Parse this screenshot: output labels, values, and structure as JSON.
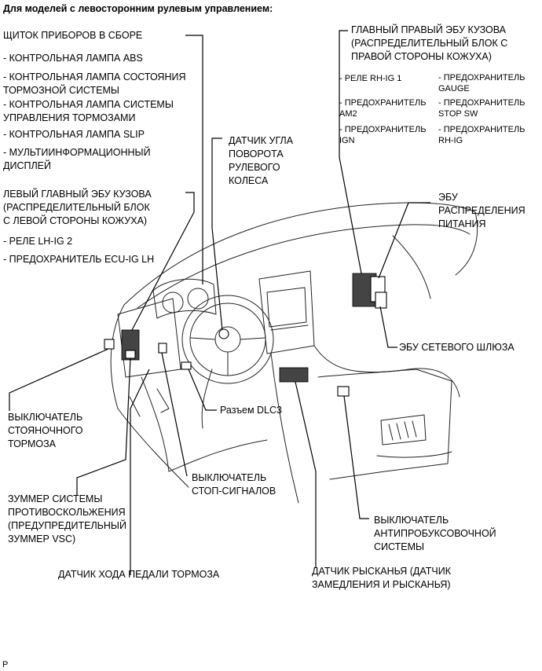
{
  "header": "Для моделей с левосторонним рулевым управлением:",
  "labels": {
    "instrument_cluster": {
      "title": "ЩИТОК ПРИБОРОВ В СБОРЕ",
      "items": [
        "- КОНТРОЛЬНАЯ ЛАМПА ABS",
        [
          "- КОНТРОЛЬНАЯ ЛАМПА СОСТОЯНИЯ",
          "ТОРМОЗНОЙ СИСТЕМЫ"
        ],
        [
          "- КОНТРОЛЬНАЯ ЛАМПА СИСТЕМЫ",
          "УПРАВЛЕНИЯ ТОРМОЗАМИ"
        ],
        "- КОНТРОЛЬНАЯ ЛАМПА SLIP",
        [
          "- МУЛЬТИИНФОРМАЦИОННЫЙ",
          "ДИСПЛЕЙ"
        ]
      ]
    },
    "steering_sensor": [
      "ДАТЧИК УГЛА",
      "ПОВОРОТА",
      "РУЛЕВОГО",
      "КОЛЕСА"
    ],
    "left_body_ecu": {
      "title": [
        "ЛЕВЫЙ ГЛАВНЫЙ ЭБУ КУЗОВА",
        "(РАСПРЕДЕЛИТЕЛЬНЫЙ БЛОК",
        "С ЛЕВОЙ СТОРОНЫ КОЖУХА)"
      ],
      "items": [
        "- РЕЛЕ LH-IG 2",
        "- ПРЕДОХРАНИТЕЛЬ ECU-IG LH"
      ]
    },
    "right_body_ecu": {
      "title": [
        "ГЛАВНЫЙ ПРАВЫЙ ЭБУ КУЗОВА",
        "(РАСПРЕДЕЛИТЕЛЬНЫЙ БЛОК С",
        "ПРАВОЙ СТОРОНЫ КОЖУХА)"
      ],
      "left_items": [
        [
          "- РЕЛЕ RH-IG 1"
        ],
        [
          "- ПРЕДОХРАНИТЕЛЬ",
          "AM2"
        ],
        [
          "- ПРЕДОХРАНИТЕЛЬ",
          "IGN"
        ]
      ],
      "right_items": [
        [
          "- ПРЕДОХРАНИТЕЛЬ",
          "GAUGE"
        ],
        [
          "- ПРЕДОХРАНИТЕЛЬ",
          "STOP SW"
        ],
        [
          "- ПРЕДОХРАНИТЕЛЬ",
          "RH-IG"
        ]
      ]
    },
    "power_ecu": [
      "ЭБУ",
      "РАСПРЕДЕЛЕНИЯ",
      "ПИТАНИЯ"
    ],
    "gateway_ecu": "ЭБУ СЕТЕВОГО ШЛЮЗА",
    "dlc3": "Разъем DLC3",
    "parking_brake": [
      "ВЫКЛЮЧАТЕЛЬ",
      "СТОЯНОЧНОГО",
      "ТОРМОЗА"
    ],
    "stop_lamp": [
      "ВЫКЛЮЧАТЕЛЬ",
      "СТОП-СИГНАЛОВ"
    ],
    "buzzer": [
      "ЗУММЕР СИСТЕМЫ",
      "ПРОТИВОСКОЛЬЖЕНИЯ",
      "(ПРЕДУПРЕДИТЕЛЬНЫЙ",
      "ЗУММЕР VSC)"
    ],
    "traction_switch": [
      "ВЫКЛЮЧАТЕЛЬ",
      "АНТИПРОБУКСОВОЧНОЙ",
      "СИСТЕМЫ"
    ],
    "pedal_sensor": "ДАТЧИК ХОДА ПЕДАЛИ ТОРМОЗА",
    "yaw_sensor": [
      "ДАТЧИК РЫСКАНЬЯ (ДАТЧИК",
      "ЗАМЕДЛЕНИЯ И РЫСКАНЬЯ)"
    ]
  },
  "footer_mark": "P"
}
